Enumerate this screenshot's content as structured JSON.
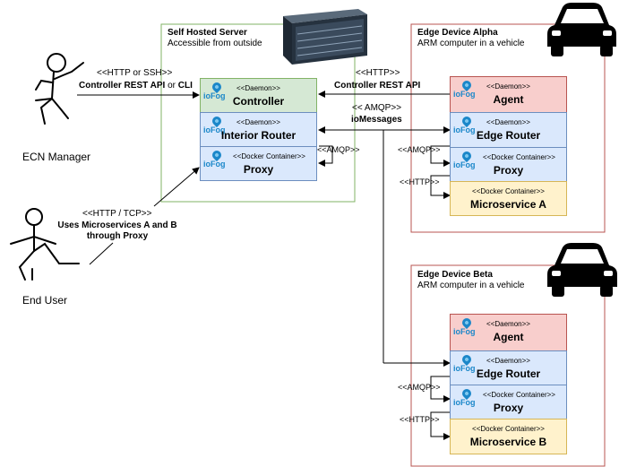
{
  "actors": {
    "manager": "ECN Manager",
    "user": "End User"
  },
  "zones": {
    "server": {
      "title": "Self Hosted Server",
      "subtitle": "Accessible from outside"
    },
    "alpha": {
      "title": "Edge Device Alpha",
      "subtitle": "ARM computer in a vehicle"
    },
    "beta": {
      "title": "Edge Device Beta",
      "subtitle": "ARM computer in a vehicle"
    }
  },
  "logo_text": "ioFog",
  "components": {
    "server": [
      {
        "stereo": "<<Daemon>>",
        "name": "Controller",
        "color": "green"
      },
      {
        "stereo": "<<Daemon>>",
        "name": "Interior Router",
        "color": "blue"
      },
      {
        "stereo": "<<Docker Container>>",
        "name": "Proxy",
        "color": "blue"
      }
    ],
    "alpha": [
      {
        "stereo": "<<Daemon>>",
        "name": "Agent",
        "color": "red"
      },
      {
        "stereo": "<<Daemon>>",
        "name": "Edge Router",
        "color": "blue"
      },
      {
        "stereo": "<<Docker Container>>",
        "name": "Proxy",
        "color": "blue"
      },
      {
        "stereo": "<<Docker Container>>",
        "name": "Microservice A",
        "color": "yellow"
      }
    ],
    "beta": [
      {
        "stereo": "<<Daemon>>",
        "name": "Agent",
        "color": "red"
      },
      {
        "stereo": "<<Daemon>>",
        "name": "Edge Router",
        "color": "blue"
      },
      {
        "stereo": "<<Docker Container>>",
        "name": "Proxy",
        "color": "blue"
      },
      {
        "stereo": "<<Docker Container>>",
        "name": "Microservice B",
        "color": "yellow"
      }
    ]
  },
  "edges": {
    "manager_proto": "<<HTTP or SSH>>",
    "manager_api": "Controller REST API",
    "manager_or": "or",
    "manager_cli": "CLI",
    "user_proto": "<<HTTP / TCP>>",
    "user_line1": "Uses Microservices A and B",
    "user_line2": "through Proxy",
    "agent_proto": "<<HTTP>>",
    "agent_api": "Controller REST API",
    "amqp_top": "<< AMQP>>",
    "iomessages": "ioMessages",
    "server_amqp": "<<AMQP>>",
    "alpha_amqp": "<<AMQP>>",
    "alpha_http": "<<HTTP>>",
    "beta_amqp": "<<AMQP>>",
    "beta_http": "<<HTTP>>"
  },
  "colors": {
    "green_fill": "#d5e8d4",
    "blue_fill": "#dae8fc",
    "red_fill": "#f8cecc",
    "yellow_fill": "#fff2cc",
    "server_border": "#82b366",
    "device_border": "#b85450",
    "logo": "#1b87c9"
  }
}
